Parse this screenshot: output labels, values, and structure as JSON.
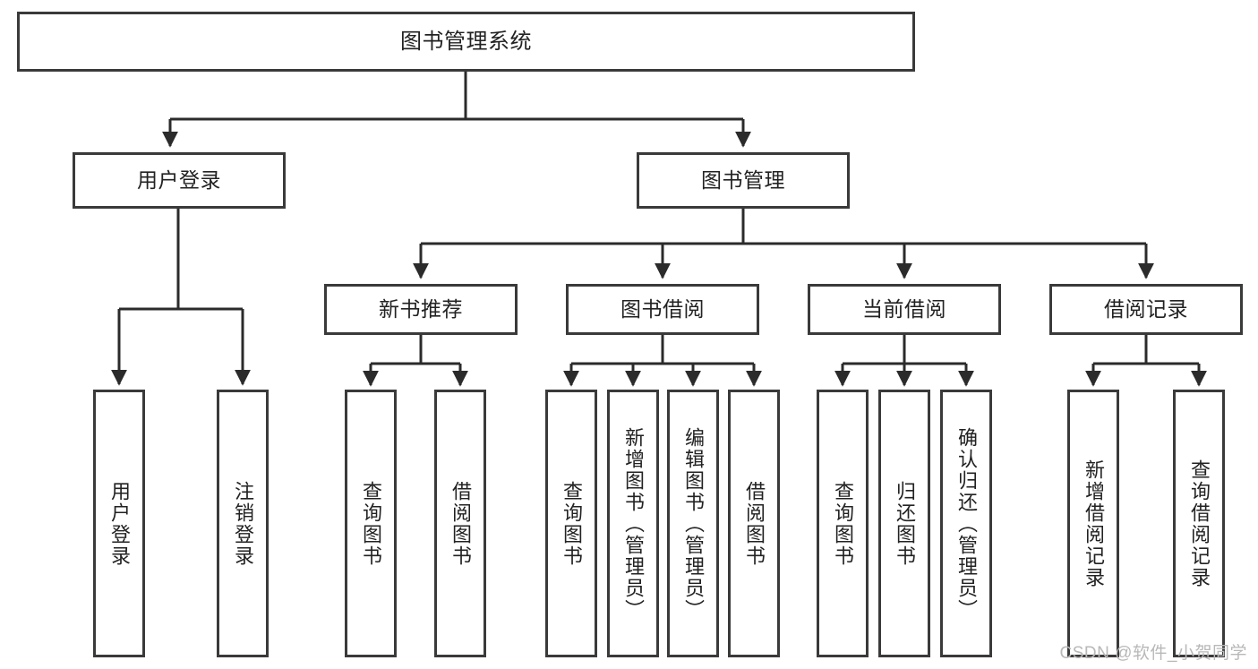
{
  "diagram": {
    "title": "图书管理系统",
    "type": "tree",
    "colors": {
      "box_border": "#3a3a3a",
      "box_fill": "#ffffff",
      "connector": "#2b2b2b",
      "text": "#222222",
      "watermark": "#b8b8b8"
    },
    "nodes": {
      "root": {
        "label": "图书管理系统"
      },
      "level2": [
        {
          "label": "用户登录"
        },
        {
          "label": "图书管理"
        }
      ],
      "level3": [
        {
          "label": "新书推荐"
        },
        {
          "label": "图书借阅"
        },
        {
          "label": "当前借阅"
        },
        {
          "label": "借阅记录"
        }
      ],
      "leaves": {
        "user_login": [
          {
            "label": "用户登录"
          },
          {
            "label": "注销登录"
          }
        ],
        "new_book_recommend": [
          {
            "label": "查询图书"
          },
          {
            "label": "借阅图书"
          }
        ],
        "book_borrow": [
          {
            "label": "查询图书"
          },
          {
            "label": "新增图书（管理员）"
          },
          {
            "label": "编辑图书（管理员）"
          },
          {
            "label": "借阅图书"
          }
        ],
        "current_borrow": [
          {
            "label": "查询图书"
          },
          {
            "label": "归还图书"
          },
          {
            "label": "确认归还（管理员）"
          }
        ],
        "borrow_records": [
          {
            "label": "新增借阅记录"
          },
          {
            "label": "查询借阅记录"
          }
        ]
      }
    },
    "watermark": "CSDN @软件_小贺同学"
  }
}
